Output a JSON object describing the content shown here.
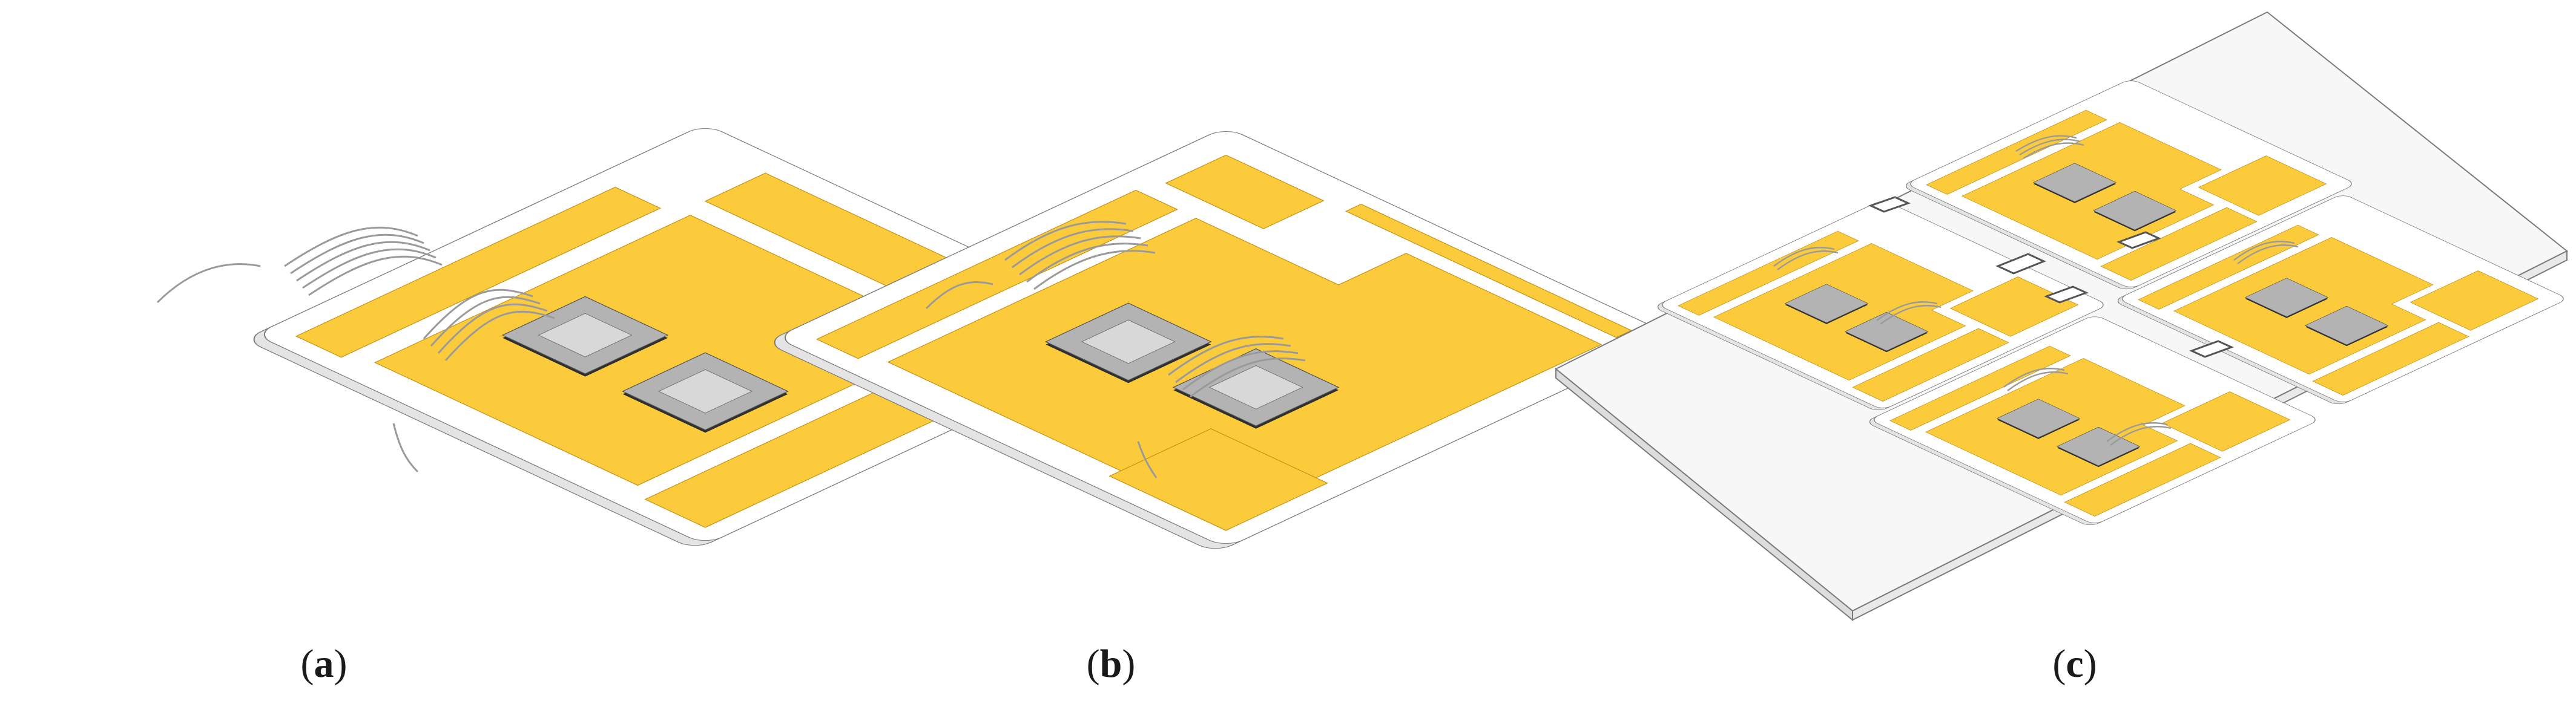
{
  "panels": [
    {
      "id": "a",
      "caption_open": "(",
      "caption_letter": "a",
      "caption_close": ")"
    },
    {
      "id": "b",
      "caption_open": "(",
      "caption_letter": "b",
      "caption_close": ")"
    },
    {
      "id": "c",
      "caption_open": "(",
      "caption_letter": "c",
      "caption_close": ")"
    }
  ],
  "colors": {
    "copper": "#fccb3c",
    "copper_edge": "#c79419",
    "ceramic": "#ffffff",
    "ceramic_side": "#e6e6e6",
    "outline": "#7c7c7c",
    "die": "#b3b3b3",
    "die_top": "#cfcfcf",
    "die_dark": "#2f2f2f",
    "wire": "#9a9a9a",
    "baseplate": "#f7f7f7"
  }
}
